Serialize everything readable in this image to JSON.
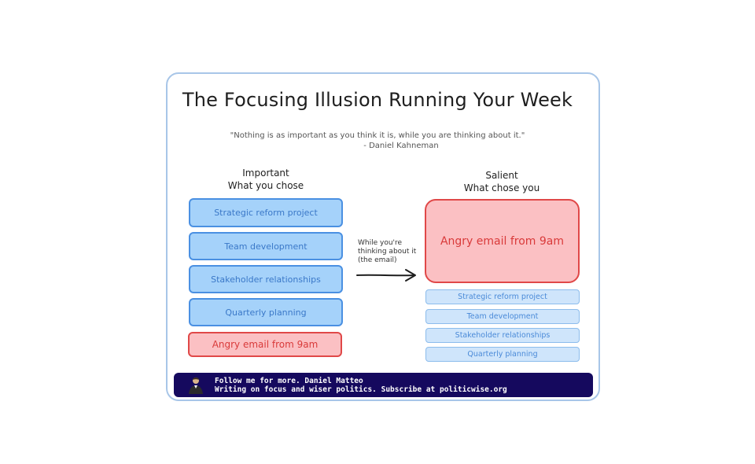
{
  "title": "The Focusing Illusion Running Your Week",
  "quote": {
    "text": "\"Nothing is as important as you think it is, while you are thinking about it.\"",
    "attribution": "- Daniel Kahneman"
  },
  "left_column": {
    "heading_line1": "Important",
    "heading_line2": "What you chose",
    "items": [
      {
        "label": "Strategic reform project",
        "type": "blue"
      },
      {
        "label": "Team development",
        "type": "blue"
      },
      {
        "label": "Stakeholder relationships",
        "type": "blue"
      },
      {
        "label": "Quarterly planning",
        "type": "blue"
      },
      {
        "label": "Angry email from 9am",
        "type": "red"
      }
    ]
  },
  "arrow_label": {
    "line1": "While you're",
    "line2": "thinking about it",
    "line3": "(the email)"
  },
  "right_column": {
    "heading_line1": "Salient",
    "heading_line2": "What chose you",
    "big_item": "Angry email from 9am",
    "small_items": [
      "Strategic reform project",
      "Team development",
      "Stakeholder relationships",
      "Quarterly planning"
    ]
  },
  "footer": {
    "line1": "Follow me for more. Daniel Matteo",
    "line2": "Writing on focus and wiser politics. Subscribe at politicwise.org",
    "avatar_icon": "person-portrait-icon"
  },
  "colors": {
    "blue_fill": "#a5d2fa",
    "blue_stroke": "#4a90e2",
    "red_fill": "#fbc0c3",
    "red_stroke": "#e04848",
    "footer_bg": "#15095e",
    "card_border": "#a8c6e8"
  }
}
